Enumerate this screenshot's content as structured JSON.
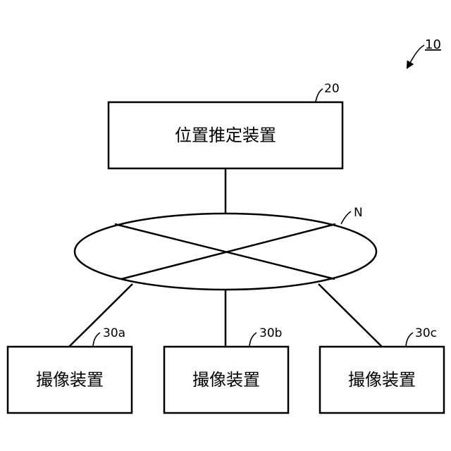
{
  "system": {
    "ref": "10"
  },
  "estimator": {
    "ref": "20",
    "label": "位置推定装置"
  },
  "network": {
    "ref": "N"
  },
  "cameras": [
    {
      "ref": "30a",
      "label": "撮像装置"
    },
    {
      "ref": "30b",
      "label": "撮像装置"
    },
    {
      "ref": "30c",
      "label": "撮像装置"
    }
  ]
}
